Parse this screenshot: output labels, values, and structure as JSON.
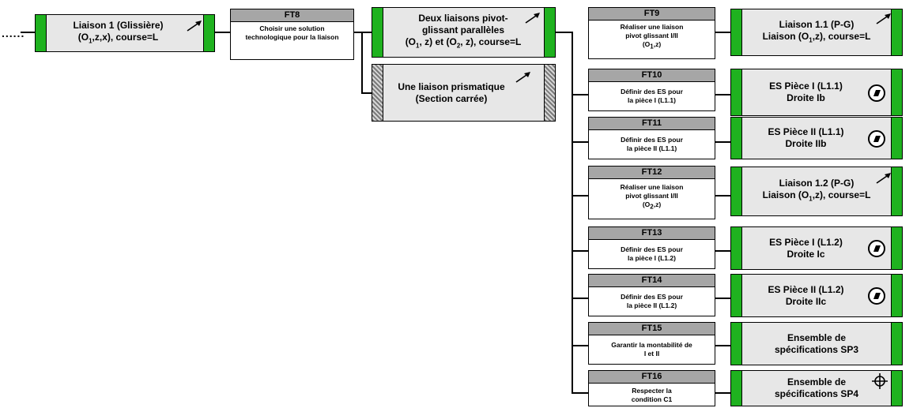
{
  "start_dots": "......",
  "root": {
    "line1": "Liaison 1 (Glissière)",
    "line2_a": "(O",
    "line2_sub": "1",
    "line2_b": ",z,x), course=L",
    "icon": "arrow-up-right-icon"
  },
  "ft8": {
    "title": "FT8",
    "body": "Choisir une solution technologique pour la liaison"
  },
  "sol_a": {
    "line1": "Deux liaisons pivot-",
    "line2": "glissant parallèles",
    "line3_a": "(O",
    "line3_sub1": "1",
    "line3_b": ", z) et (O",
    "line3_sub2": "2",
    "line3_c": ", z), course=L",
    "icon": "arrow-up-right-icon"
  },
  "sol_b": {
    "line1": "Une liaison prismatique",
    "line2": "(Section carrée)",
    "icon": "arrow-up-right-icon"
  },
  "functions": [
    {
      "title": "FT9",
      "l1": "Réaliser une liaison",
      "l2": "pivot glissant I/II",
      "l3_a": "(O",
      "l3_sub": "1",
      "l3_b": ",z)"
    },
    {
      "title": "FT10",
      "l1": "Définir des ES pour",
      "l2": "la pièce I (L1.1)"
    },
    {
      "title": "FT11",
      "l1": "Définir des ES pour",
      "l2": "la pièce II (L1.1)"
    },
    {
      "title": "FT12",
      "l1": "Réaliser une liaison",
      "l2": "pivot glissant I/II",
      "l3_a": "(O",
      "l3_sub": "2",
      "l3_b": ",z)"
    },
    {
      "title": "FT13",
      "l1": "Définir des ES pour",
      "l2": "la pièce I (L1.2)"
    },
    {
      "title": "FT14",
      "l1": "Définir des ES pour",
      "l2": "la pièce II (L1.2)"
    },
    {
      "title": "FT15",
      "l1": "Garantir la montabilité de",
      "l2": "I et II"
    },
    {
      "title": "FT16",
      "l1": "Respecter la",
      "l2": "condition C1"
    }
  ],
  "results": [
    {
      "l1": "Liaison 1.1 (P-G)",
      "l2_a": "Liaison (O",
      "l2_sub": "1",
      "l2_b": ",z), course=L",
      "icon": "arrow-up-right-icon"
    },
    {
      "l1": "ES Pièce I (L1.1)",
      "l2": "Droite Ib",
      "icon": "flatness-icon"
    },
    {
      "l1": "ES Pièce II (L1.1)",
      "l2": "Droite IIb",
      "icon": "flatness-icon"
    },
    {
      "l1": "Liaison 1.2  (P-G)",
      "l2_a": "Liaison (O",
      "l2_sub": "1",
      "l2_b": ",z), course=L",
      "icon": "arrow-up-right-icon"
    },
    {
      "l1": "ES Pièce I (L1.2)",
      "l2": "Droite Ic",
      "icon": "flatness-icon"
    },
    {
      "l1": "ES Pièce II (L1.2)",
      "l2": "Droite IIc",
      "icon": "flatness-icon"
    },
    {
      "l1": "Ensemble de",
      "l2": "spécifications SP3"
    },
    {
      "l1": "Ensemble de",
      "l2": "spécifications SP4",
      "icon": "position-target-icon"
    }
  ]
}
